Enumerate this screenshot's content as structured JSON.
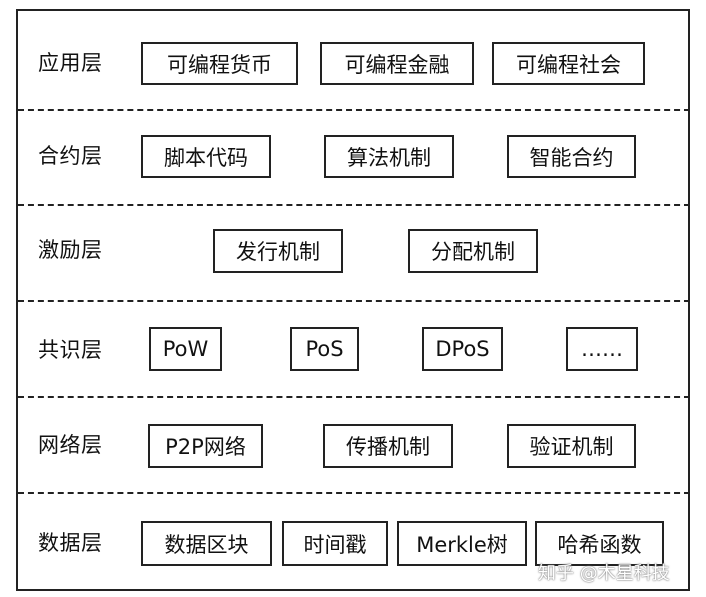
{
  "layers": [
    {
      "label": "应用层",
      "items": [
        "可编程货币",
        "可编程金融",
        "可编程社会"
      ]
    },
    {
      "label": "合约层",
      "items": [
        "脚本代码",
        "算法机制",
        "智能合约"
      ]
    },
    {
      "label": "激励层",
      "items": [
        "发行机制",
        "分配机制"
      ]
    },
    {
      "label": "共识层",
      "items": [
        "PoW",
        "PoS",
        "DPoS",
        "……"
      ]
    },
    {
      "label": "网络层",
      "items": [
        "P2P网络",
        "传播机制",
        "验证机制"
      ]
    },
    {
      "label": "数据层",
      "items": [
        "数据区块",
        "时间戳",
        "Merkle树",
        "哈希函数"
      ]
    }
  ],
  "watermark": "知乎 @木星科技"
}
